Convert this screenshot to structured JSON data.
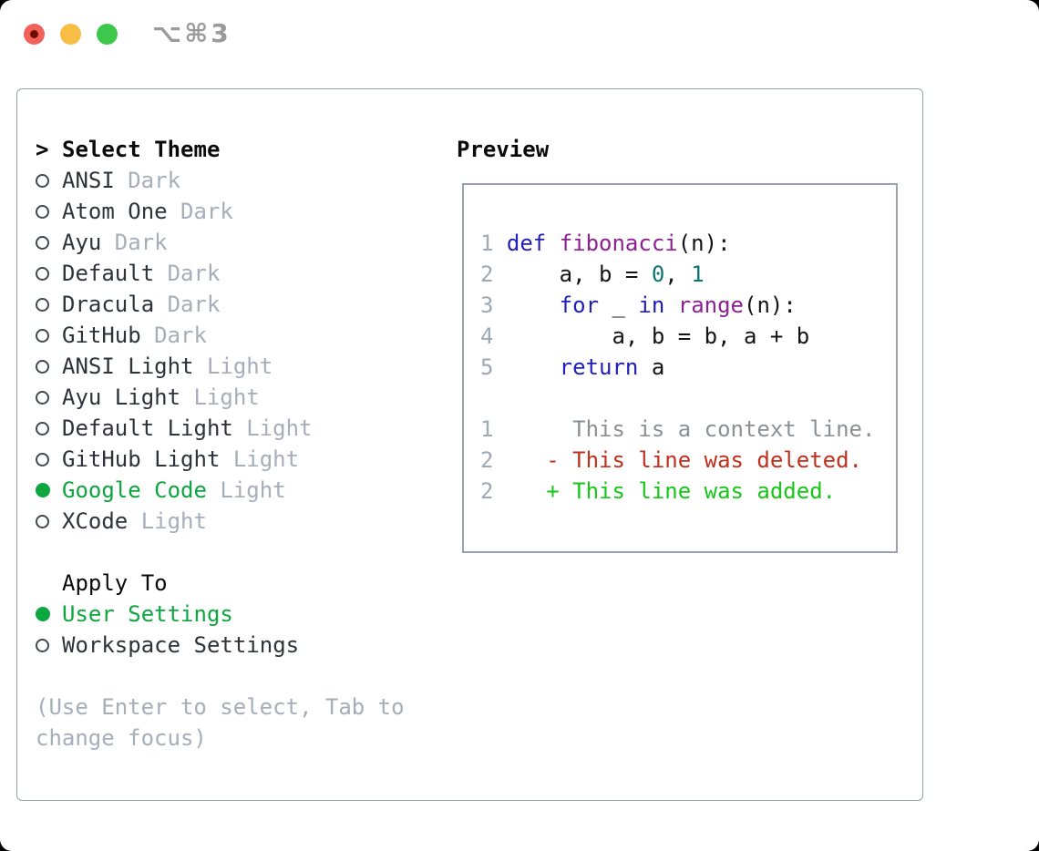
{
  "window": {
    "shortcut": "⌥⌘3",
    "traffic_lights": {
      "close_color": "#f2605a",
      "close_dot_color": "#6f0c04",
      "minimize_color": "#f8bd44",
      "zoom_color": "#3cc84c"
    }
  },
  "theme_panel": {
    "title_prefix": ">",
    "title": "Select Theme",
    "items": [
      {
        "label": "ANSI",
        "tag": "Dark",
        "selected": false
      },
      {
        "label": "Atom One",
        "tag": "Dark",
        "selected": false
      },
      {
        "label": "Ayu",
        "tag": "Dark",
        "selected": false
      },
      {
        "label": "Default",
        "tag": "Dark",
        "selected": false
      },
      {
        "label": "Dracula",
        "tag": "Dark",
        "selected": false
      },
      {
        "label": "GitHub",
        "tag": "Dark",
        "selected": false
      },
      {
        "label": "ANSI Light",
        "tag": "Light",
        "selected": false
      },
      {
        "label": "Ayu Light",
        "tag": "Light",
        "selected": false
      },
      {
        "label": "Default Light",
        "tag": "Light",
        "selected": false
      },
      {
        "label": "GitHub Light",
        "tag": "Light",
        "selected": false
      },
      {
        "label": "Google Code",
        "tag": "Light",
        "selected": true
      },
      {
        "label": "XCode",
        "tag": "Light",
        "selected": false
      }
    ],
    "apply_to": {
      "title": "Apply To",
      "options": [
        {
          "label": "User Settings",
          "selected": true
        },
        {
          "label": "Workspace Settings",
          "selected": false
        }
      ]
    },
    "hint": "(Use Enter to select, Tab to change focus)"
  },
  "preview": {
    "title": "Preview",
    "code_lines": [
      {
        "num": "1",
        "segments": [
          {
            "c": "kw",
            "t": "def"
          },
          {
            "c": "plain",
            "t": " "
          },
          {
            "c": "fn",
            "t": "fibonacci"
          },
          {
            "c": "plain",
            "t": "(n):"
          }
        ]
      },
      {
        "num": "2",
        "segments": [
          {
            "c": "plain",
            "t": "    a, b = "
          },
          {
            "c": "lit",
            "t": "0"
          },
          {
            "c": "plain",
            "t": ", "
          },
          {
            "c": "lit",
            "t": "1"
          }
        ]
      },
      {
        "num": "3",
        "segments": [
          {
            "c": "plain",
            "t": "    "
          },
          {
            "c": "kw",
            "t": "for"
          },
          {
            "c": "plain",
            "t": " _ "
          },
          {
            "c": "kw",
            "t": "in"
          },
          {
            "c": "plain",
            "t": " "
          },
          {
            "c": "fn",
            "t": "range"
          },
          {
            "c": "plain",
            "t": "(n):"
          }
        ]
      },
      {
        "num": "4",
        "segments": [
          {
            "c": "plain",
            "t": "        a, b = b, a + b"
          }
        ]
      },
      {
        "num": "5",
        "segments": [
          {
            "c": "plain",
            "t": "    "
          },
          {
            "c": "kw",
            "t": "return"
          },
          {
            "c": "plain",
            "t": " a"
          }
        ]
      },
      {
        "num": "",
        "segments": []
      },
      {
        "num": "1",
        "segments": [
          {
            "c": "ctx",
            "t": "     This is a context line."
          }
        ]
      },
      {
        "num": "2",
        "segments": [
          {
            "c": "del",
            "t": "   - This line was deleted."
          }
        ]
      },
      {
        "num": "2",
        "segments": [
          {
            "c": "add",
            "t": "   + This line was added."
          }
        ]
      }
    ]
  },
  "colors": {
    "accent_green": "#0da63f",
    "muted_gray": "#a6aeba",
    "panel_border": "#99a1ab",
    "preview_border": "#9aa3ad",
    "syntax_keyword": "#2020b8",
    "syntax_function": "#8e2095",
    "syntax_number": "#0d7474",
    "syntax_plain": "#141414",
    "diff_context": "#8b9096",
    "diff_deleted": "#c12f1d",
    "diff_added": "#17c717",
    "line_number": "#9fa9b5"
  }
}
